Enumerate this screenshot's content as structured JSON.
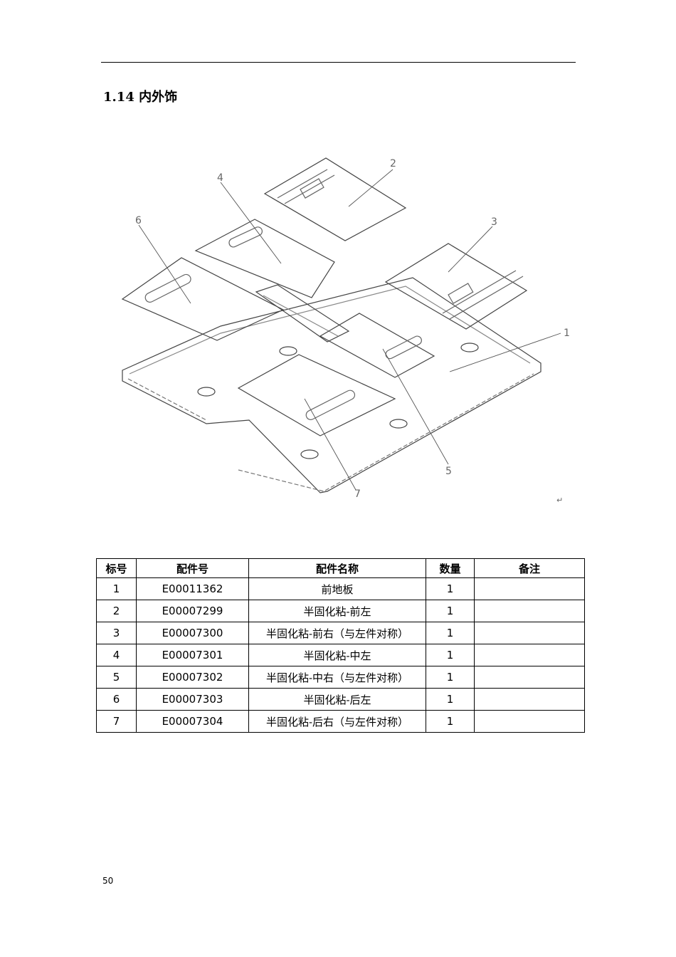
{
  "section": {
    "title": "1.14 内外饰"
  },
  "diagram": {
    "callouts": [
      "1",
      "2",
      "3",
      "4",
      "5",
      "6",
      "7"
    ],
    "return_mark": "↵"
  },
  "table": {
    "headers": [
      "标号",
      "配件号",
      "配件名称",
      "数量",
      "备注"
    ],
    "rows": [
      {
        "no": "1",
        "part_no": "E00011362",
        "name": "前地板",
        "qty": "1",
        "note": ""
      },
      {
        "no": "2",
        "part_no": "E00007299",
        "name": "半固化粘-前左",
        "qty": "1",
        "note": ""
      },
      {
        "no": "3",
        "part_no": "E00007300",
        "name": "半固化粘-前右（与左件对称）",
        "qty": "1",
        "note": ""
      },
      {
        "no": "4",
        "part_no": "E00007301",
        "name": "半固化粘-中左",
        "qty": "1",
        "note": ""
      },
      {
        "no": "5",
        "part_no": "E00007302",
        "name": "半固化粘-中右（与左件对称）",
        "qty": "1",
        "note": ""
      },
      {
        "no": "6",
        "part_no": "E00007303",
        "name": "半固化粘-后左",
        "qty": "1",
        "note": ""
      },
      {
        "no": "7",
        "part_no": "E00007304",
        "name": "半固化粘-后右（与左件对称）",
        "qty": "1",
        "note": ""
      }
    ]
  },
  "footer": {
    "page_number": "50"
  }
}
